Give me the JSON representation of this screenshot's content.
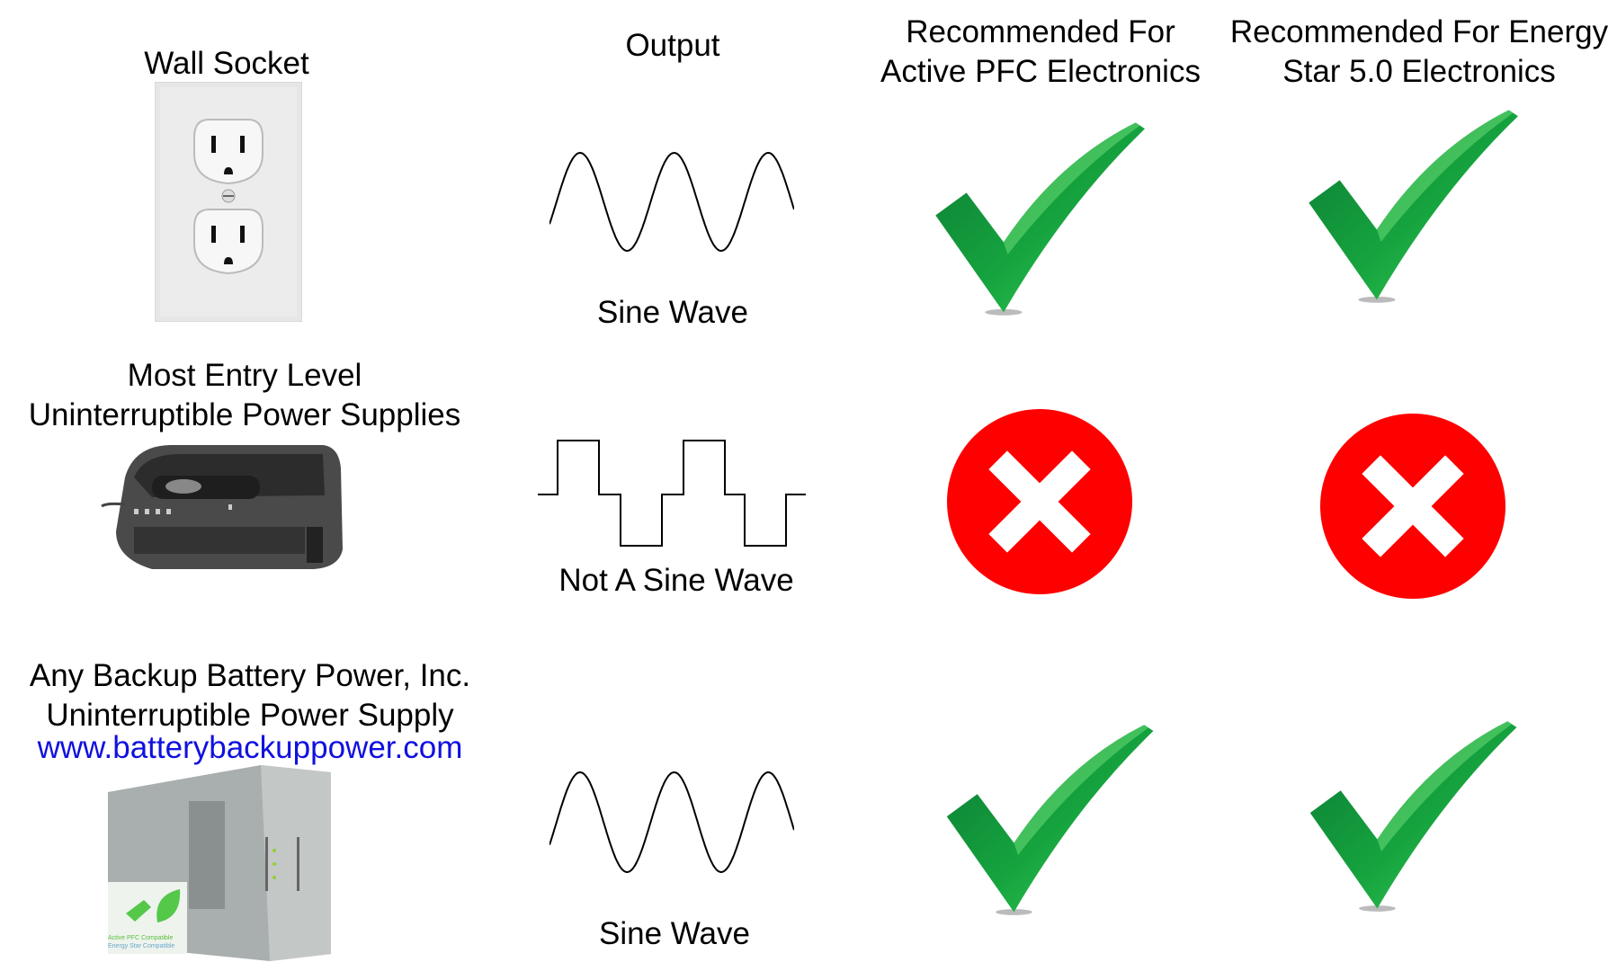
{
  "headers": {
    "source": "Wall Socket",
    "output": "Output",
    "pfc_line1": "Recommended For",
    "pfc_line2": "Active PFC Electronics",
    "energy_line1": "Recommended For Energy",
    "energy_line2": "Star 5.0 Electronics"
  },
  "rows": [
    {
      "source_lines": [],
      "output_label": "Sine Wave",
      "waveform": "sine",
      "pfc": "check",
      "energy_star": "check"
    },
    {
      "source_lines": [
        "Most Entry Level",
        "Uninterruptible Power Supplies"
      ],
      "output_label": "Not A Sine Wave",
      "waveform": "square",
      "pfc": "cross",
      "energy_star": "cross"
    },
    {
      "source_lines": [
        "Any Backup Battery Power, Inc.",
        "Uninterruptible Power Supply"
      ],
      "link": "www.batterybackuppower.com",
      "output_label": "Sine Wave",
      "waveform": "sine",
      "pfc": "check",
      "energy_star": "check"
    }
  ],
  "badge": {
    "line1": "Active PFC Compatible",
    "line2": "Energy Star Compatible"
  },
  "colors": {
    "check": "#1a9a3a",
    "cross": "#ff0000",
    "link": "#1010e0"
  }
}
